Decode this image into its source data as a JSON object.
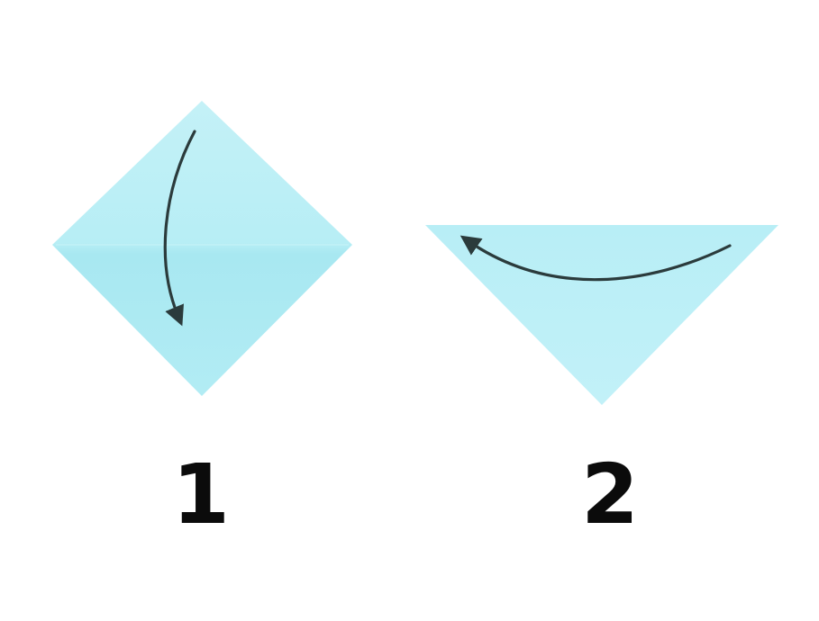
{
  "colors": {
    "paper_top": "#bdeff5",
    "paper_bottom": "#a9e9f1",
    "paper_fold_line": "#b8edf4",
    "arrow": "#2b3b3c",
    "label_text": "#0b0b0b",
    "background": "#ffffff"
  },
  "steps": [
    {
      "number": "1",
      "shape": "diamond",
      "arrow": "fold-top-down"
    },
    {
      "number": "2",
      "shape": "inverted-triangle",
      "arrow": "fold-right-to-left"
    }
  ]
}
